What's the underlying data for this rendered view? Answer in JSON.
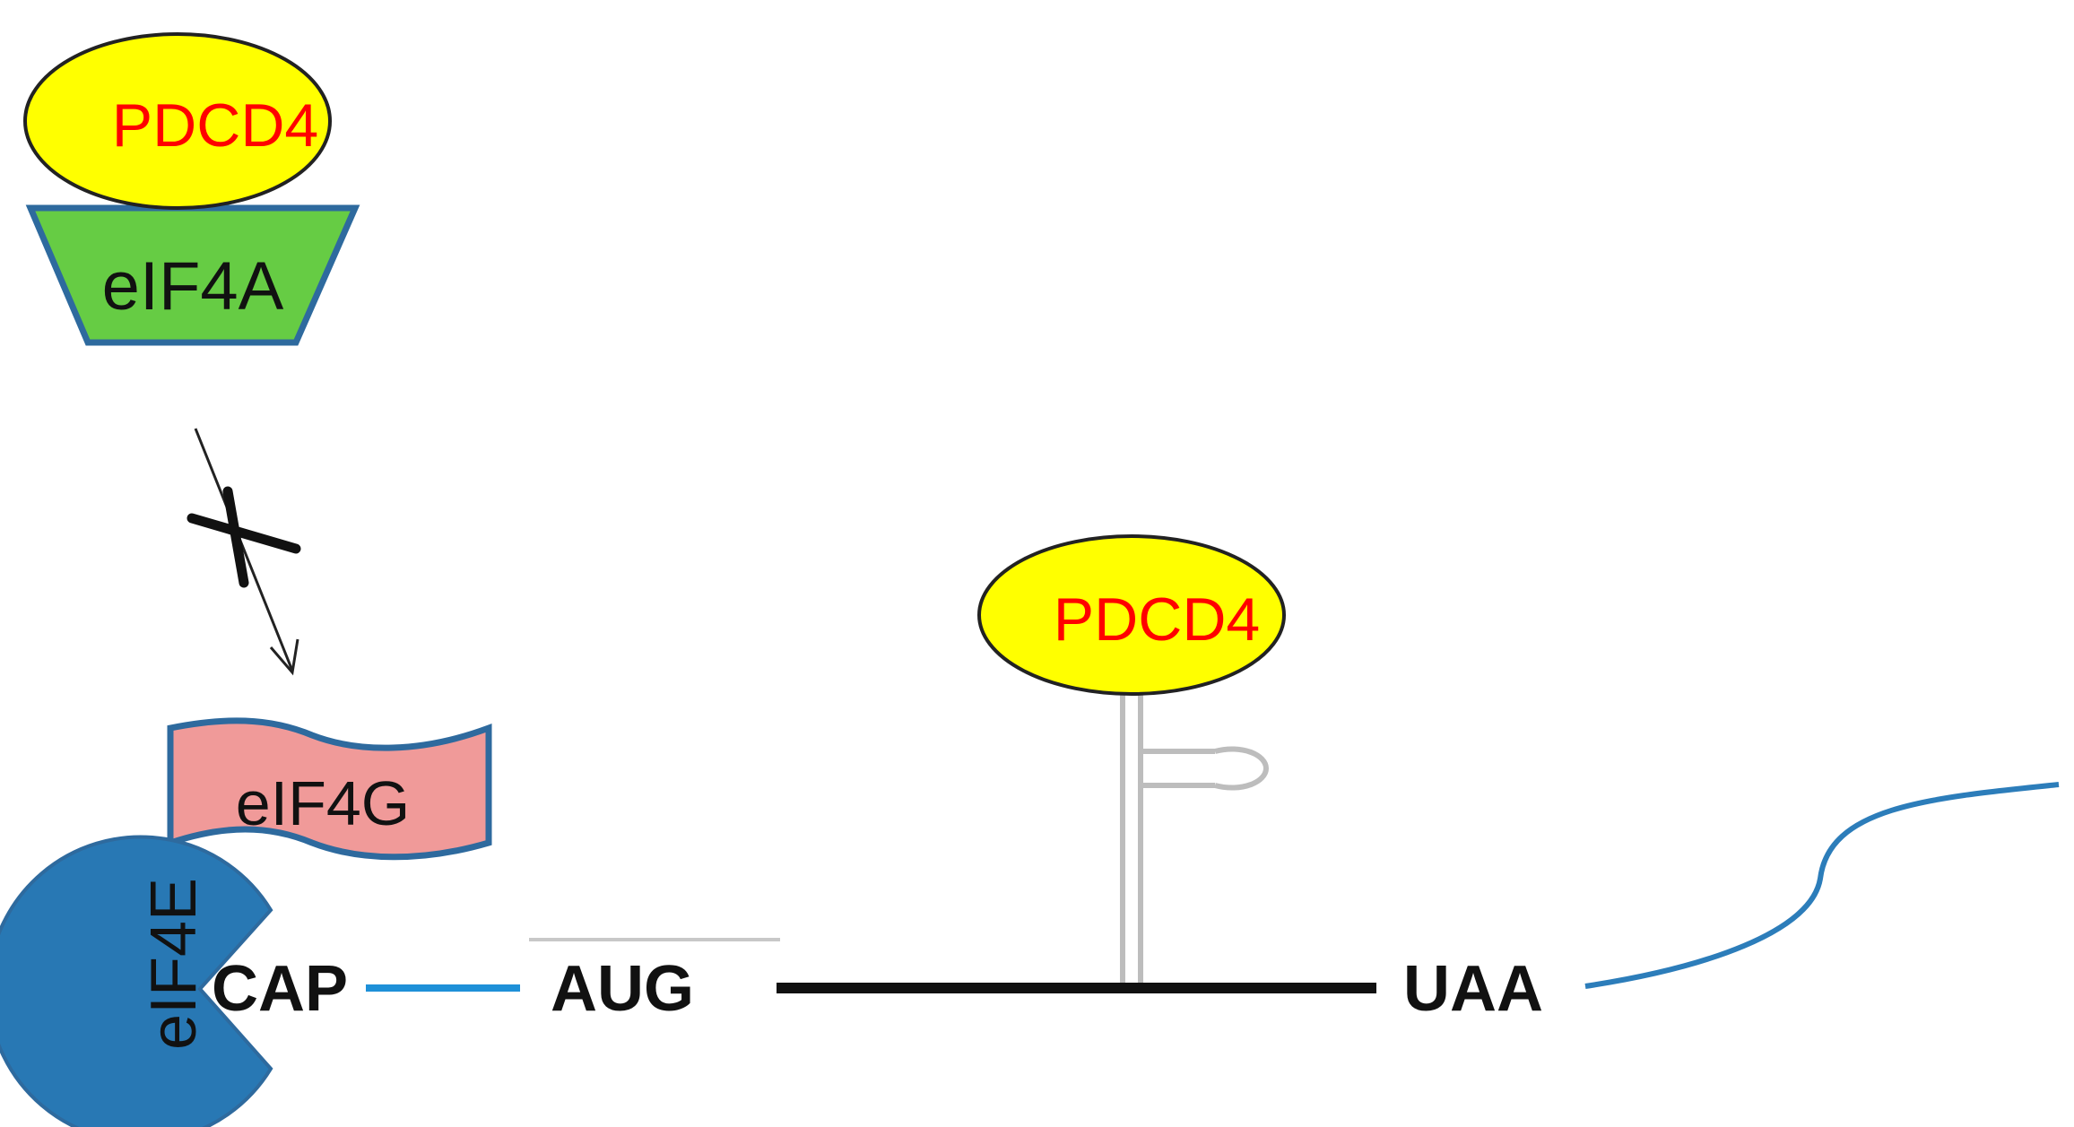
{
  "complex_top": {
    "pdcd4_label": "PDCD4",
    "eif4a_label": "eIF4A"
  },
  "blocked_interaction": {
    "description_icon": "blocked-arrow-icon"
  },
  "cap_complex": {
    "eif4g_label": "eIF4G",
    "eif4e_label": "eIF4E"
  },
  "mrna": {
    "cap_label": "CAP",
    "start_codon_label": "AUG",
    "stop_codon_label": "UAA"
  },
  "stem_loop_complex": {
    "pdcd4_label": "PDCD4"
  },
  "colors": {
    "pdcd4_fill": "#FFFF00",
    "pdcd4_text": "#FF0000",
    "eif4a_fill": "#66CC44",
    "eif4g_fill": "#F09A99",
    "eif4e_fill": "#2878B4",
    "outline_blue": "#2E6A9E",
    "utr_blue": "#1E90D8",
    "tail_blue": "#2C7DBA",
    "cds_black": "#111111",
    "stem_gray": "#BDBDBD"
  }
}
